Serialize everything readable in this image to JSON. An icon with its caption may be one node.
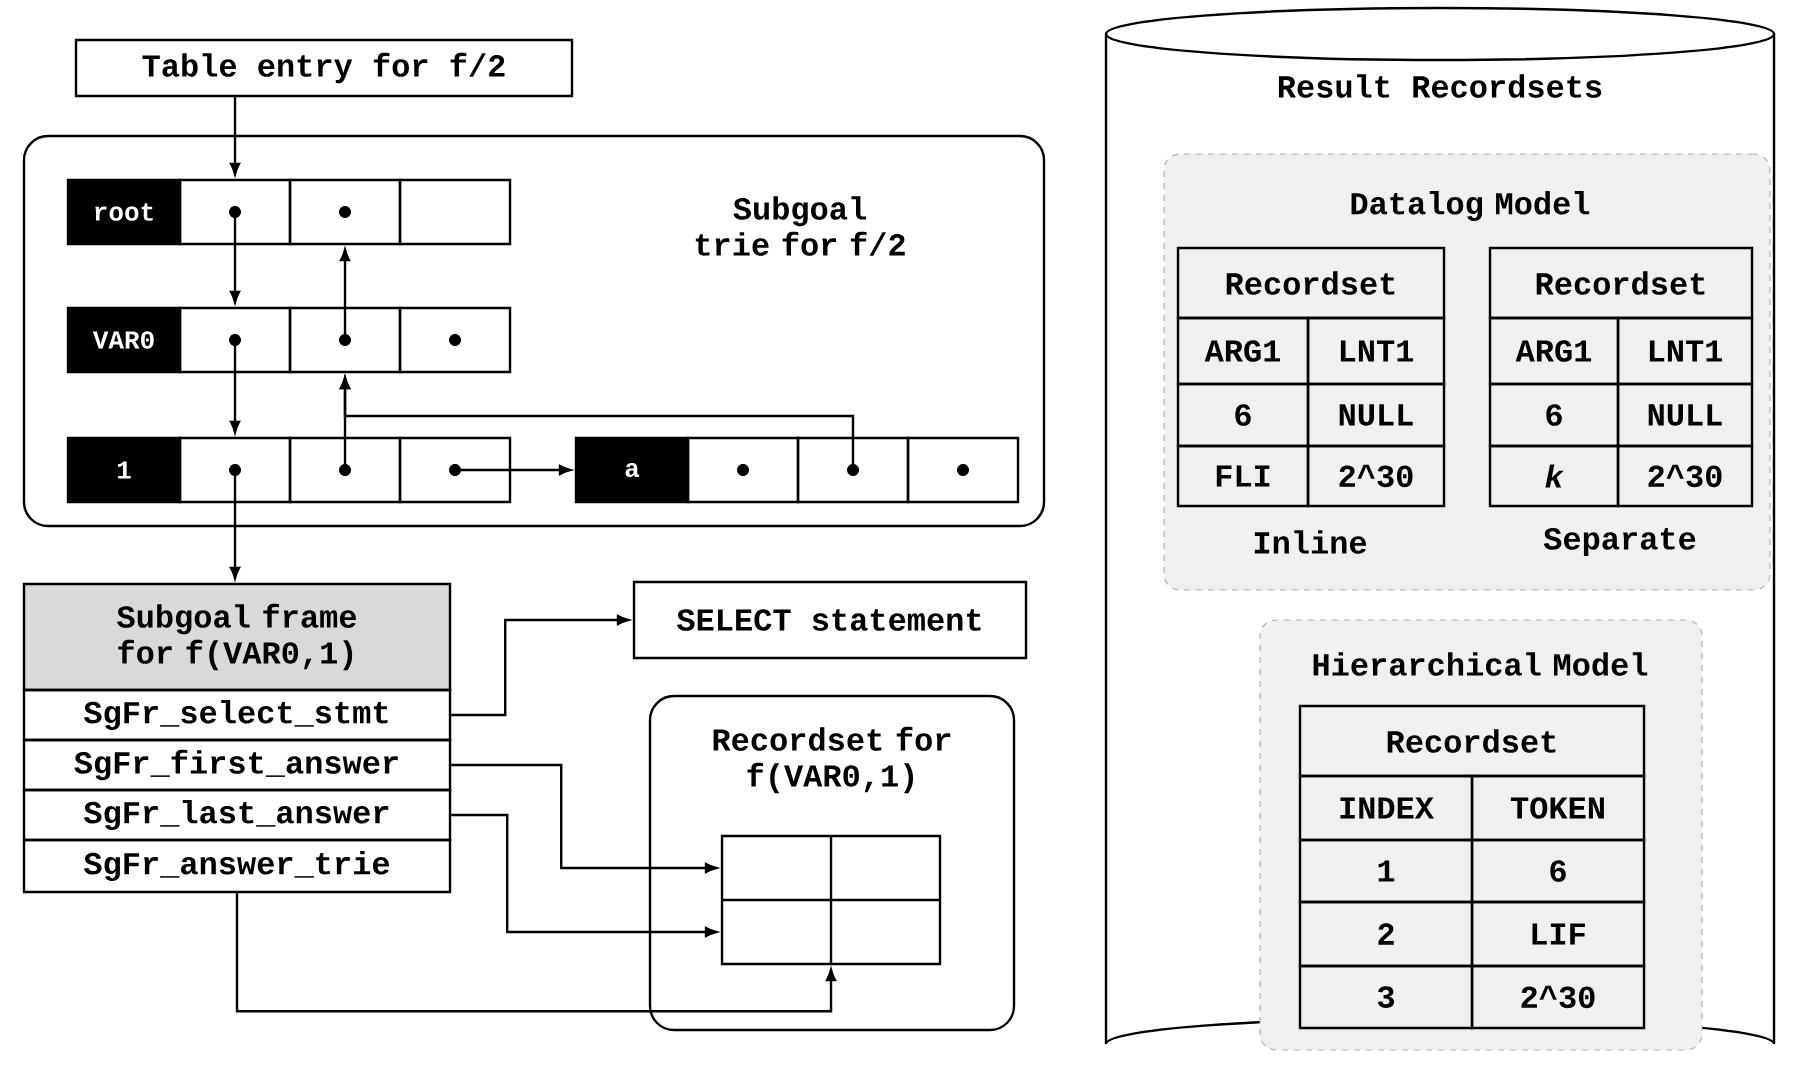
{
  "diagram": {
    "nodes": [
      {
        "text": [
          "Table entry for f/2"
        ]
      },
      {
        "text": [
          "Subgoal trie for f/2"
        ]
      },
      {
        "text": [
          "root"
        ],
        "in": 1
      },
      {
        "text": [],
        "shape": "box",
        "in": 1
      },
      {
        "text": [],
        "shape": "box",
        "in": 1
      },
      {
        "text": [],
        "shape": "box",
        "in": 1
      },
      {
        "text": [
          "VAR0"
        ],
        "in": 1
      },
      {
        "text": [],
        "shape": "box",
        "in": 1
      },
      {
        "text": [],
        "shape": "box",
        "in": 1
      },
      {
        "text": [],
        "shape": "box",
        "in": 1
      },
      {
        "text": [
          "1"
        ],
        "in": 1
      },
      {
        "text": [],
        "shape": "box",
        "in": 1
      },
      {
        "text": [],
        "shape": "box",
        "in": 1
      },
      {
        "text": [],
        "shape": "box",
        "in": 1
      },
      {
        "text": [
          "a"
        ],
        "in": 1
      },
      {
        "text": [],
        "shape": "box",
        "in": 1
      },
      {
        "text": [],
        "shape": "box",
        "in": 1
      },
      {
        "text": [],
        "shape": "box",
        "in": 1
      },
      {
        "text": [
          "Subgoal frame for f(VAR0,1)"
        ]
      },
      {
        "text": [
          "SgFr_select_stmt"
        ]
      },
      {
        "text": [
          "SgFr_first_answer"
        ]
      },
      {
        "text": [
          "SgFr_last_answer"
        ]
      },
      {
        "text": [
          "SgFr_answer_trie"
        ]
      },
      {
        "text": [
          "SELECT statement"
        ]
      },
      {
        "text": [
          "Recordset for f(VAR0,1)"
        ]
      },
      {
        "text": [],
        "shape": "box",
        "in": 24
      },
      {
        "text": [
          "Result Recordsets"
        ]
      },
      {
        "text": [
          "Datalog Model"
        ],
        "in": 26
      },
      {
        "text": [
          "Recordset"
        ],
        "in": 27
      },
      {
        "text": [
          "Recordset"
        ],
        "in": 27
      },
      {
        "text": [
          "Hierarchical Model"
        ],
        "in": 26
      },
      {
        "text": [
          "Recordset"
        ],
        "in": 30
      }
    ],
    "edges": [
      {
        "from": 0,
        "to": 3,
        "arrow": "to"
      },
      {
        "from": 3,
        "to": 7,
        "arrow": "to"
      },
      {
        "from": 8,
        "to": 4,
        "arrow": "to"
      },
      {
        "from": 7,
        "to": 11,
        "arrow": "to"
      },
      {
        "from": 12,
        "to": 8,
        "arrow": "to"
      },
      {
        "from": 16,
        "to": 8,
        "arrow": "to"
      },
      {
        "from": 13,
        "to": 14,
        "arrow": "to"
      },
      {
        "from": 11,
        "to": 18,
        "arrow": "to"
      },
      {
        "from": 19,
        "to": 23,
        "arrow": "to"
      },
      {
        "from": 20,
        "to": 25,
        "arrow": "to"
      },
      {
        "from": 21,
        "to": 25,
        "arrow": "to"
      },
      {
        "from": 22,
        "to": 25,
        "arrow": "to"
      }
    ],
    "labels": [
      "ARG1",
      "LNT1",
      "6",
      "NULL",
      "FLI",
      "2^30",
      "Inline",
      "ARG1",
      "LNT1",
      "6",
      "NULL",
      "k",
      "2^30",
      "Separate",
      "INDEX",
      "TOKEN",
      "1",
      "6",
      "2",
      "LIF",
      "3",
      "2^30"
    ]
  }
}
